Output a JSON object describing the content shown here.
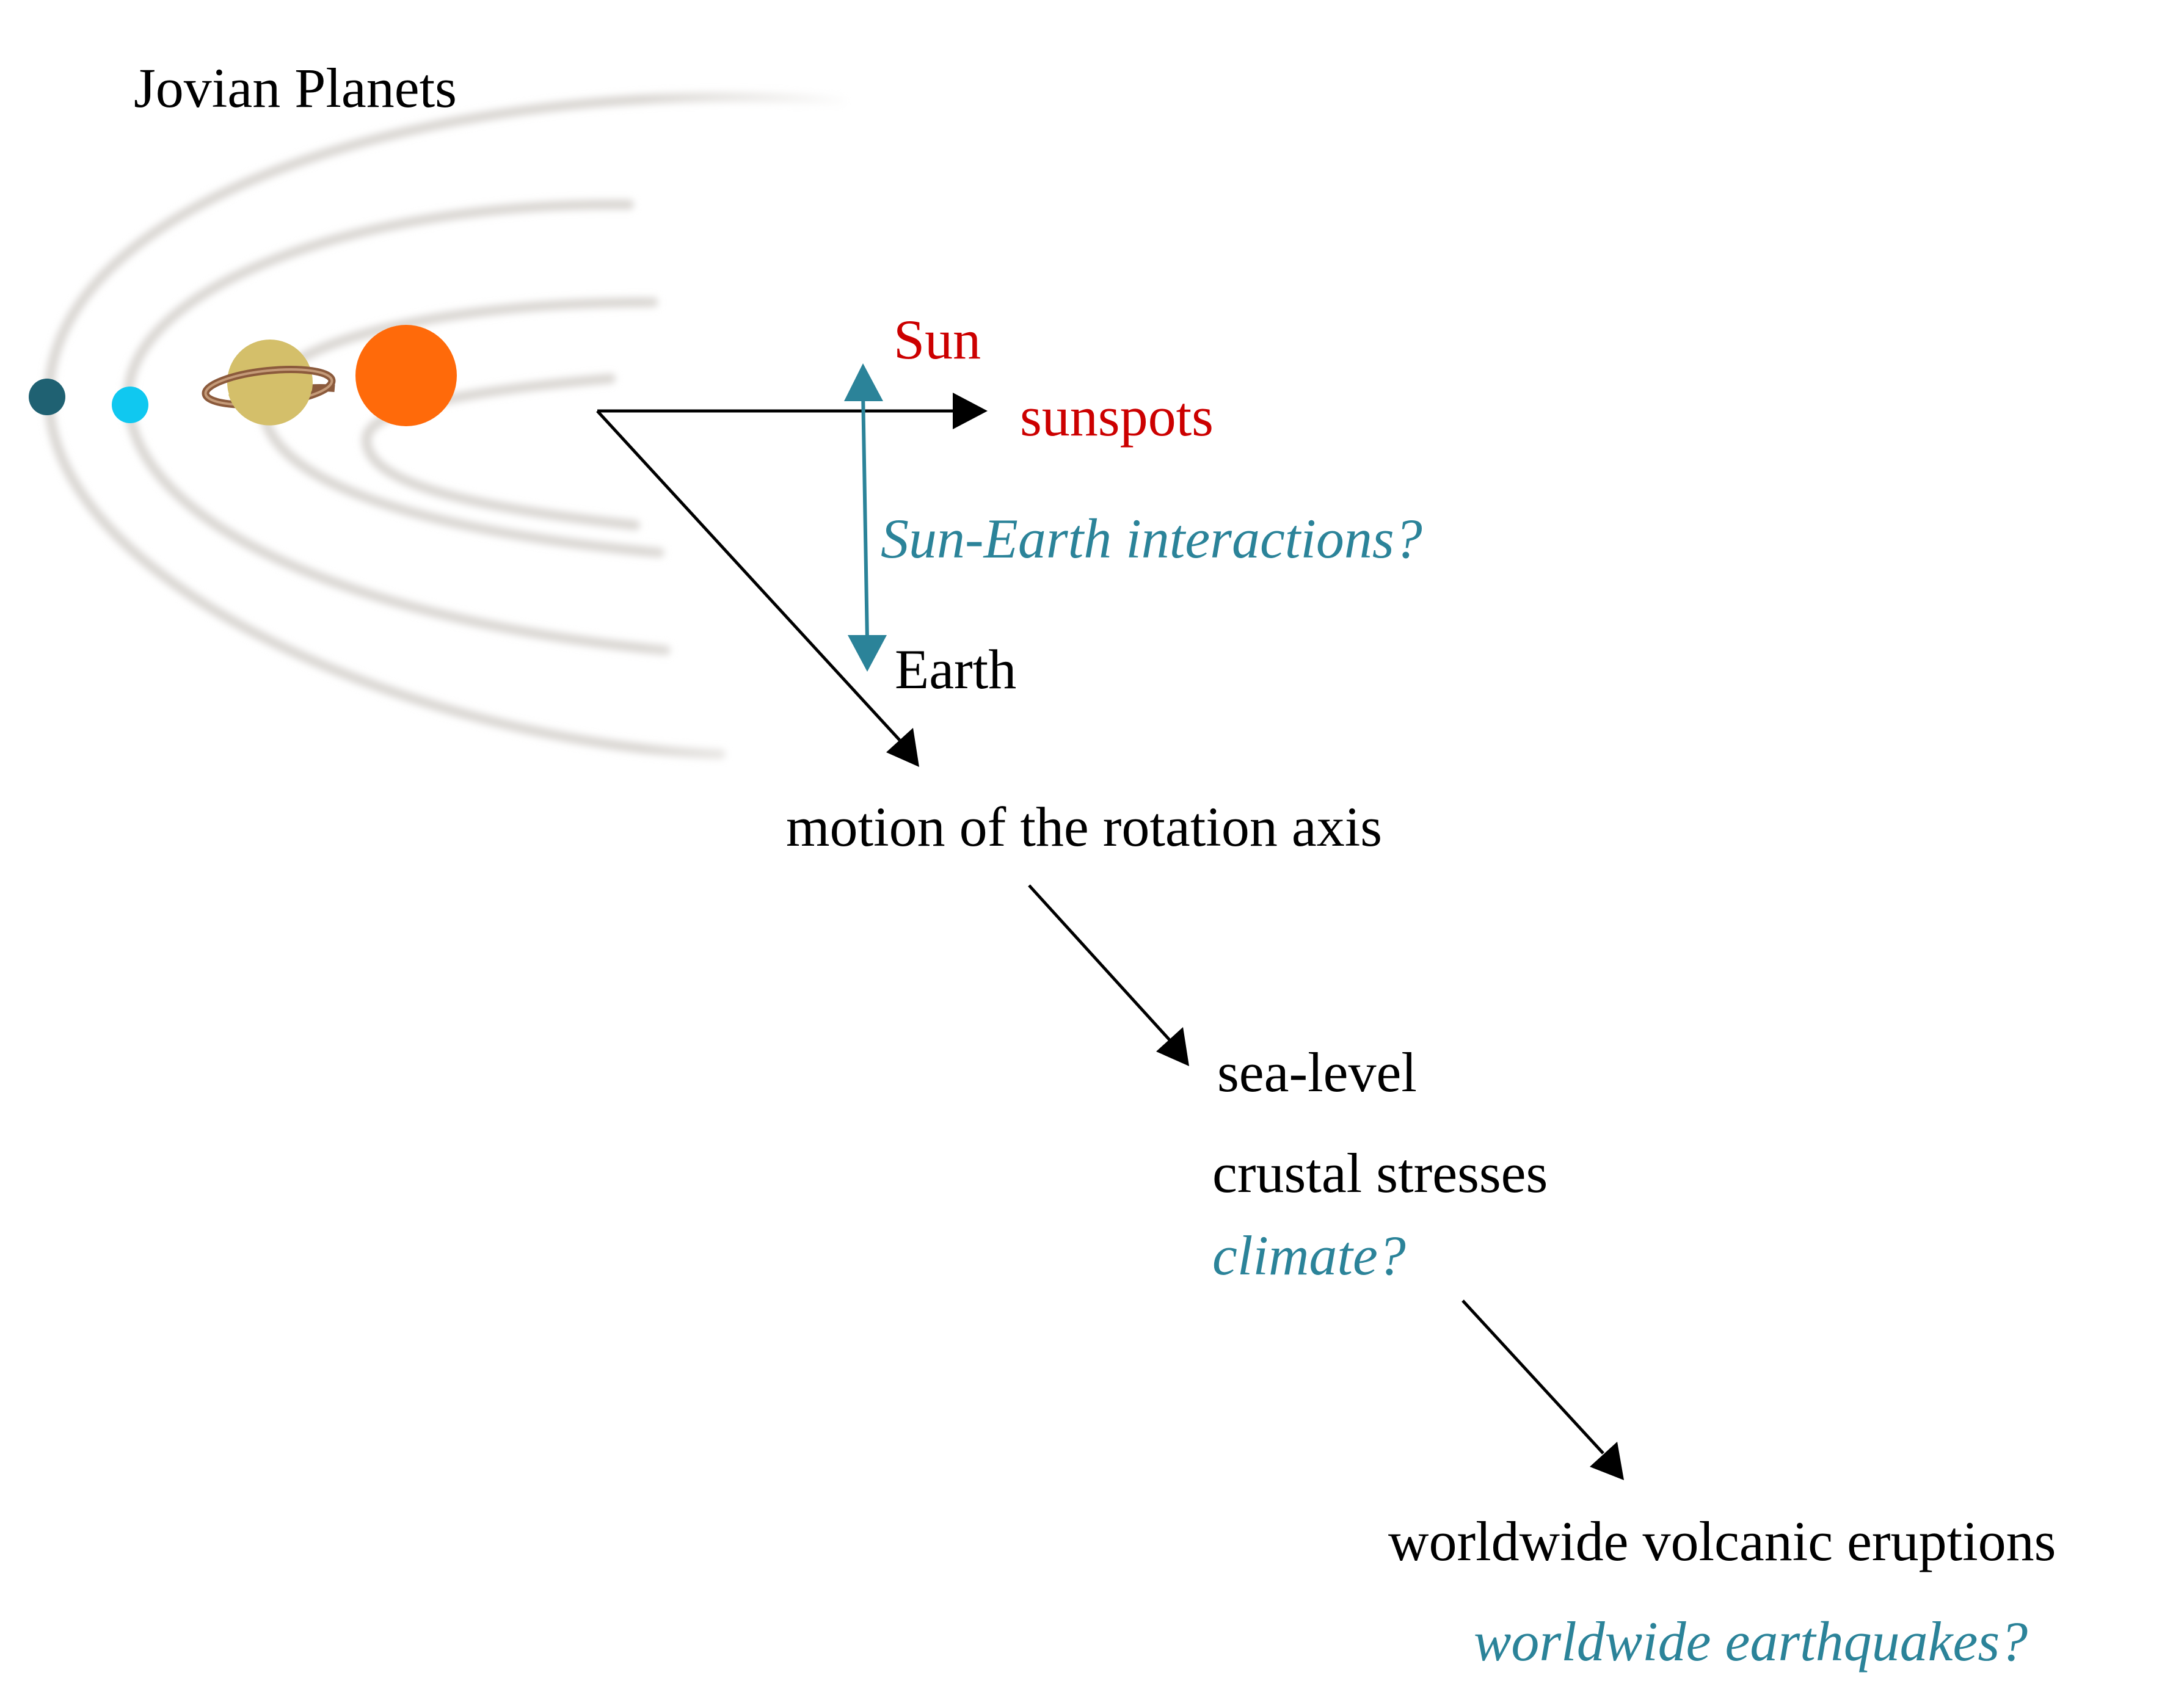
{
  "labels": {
    "jovian_planets": "Jovian Planets",
    "sun": "Sun",
    "sunspots": "sunspots",
    "sun_earth_interactions": "Sun-Earth interactions?",
    "earth": "Earth",
    "motion_rotation_axis": "motion of the rotation axis",
    "sea_level": "sea-level",
    "crustal_stresses": "crustal stresses",
    "climate": "climate?",
    "volcanic_eruptions": "worldwide volcanic eruptions",
    "earthquakes": "worldwide earthquakes?"
  },
  "colors": {
    "text": "#000000",
    "sun_red": "#cc0000",
    "question_teal": "#2b8399",
    "arrow_black": "#000000",
    "arrow_teal": "#2b8399",
    "orbit": "#d9d6d2",
    "planet_dark_teal": "#1f6172",
    "planet_light_blue": "#10c8f0",
    "planet_saturn": "#d4bf6a",
    "saturn_ring": "#8b5a3c",
    "planet_orange": "#ff6a0a"
  },
  "icons": {
    "planets": [
      "dark-teal-planet-icon",
      "light-blue-planet-icon",
      "saturn-planet-icon",
      "orange-planet-icon"
    ]
  }
}
